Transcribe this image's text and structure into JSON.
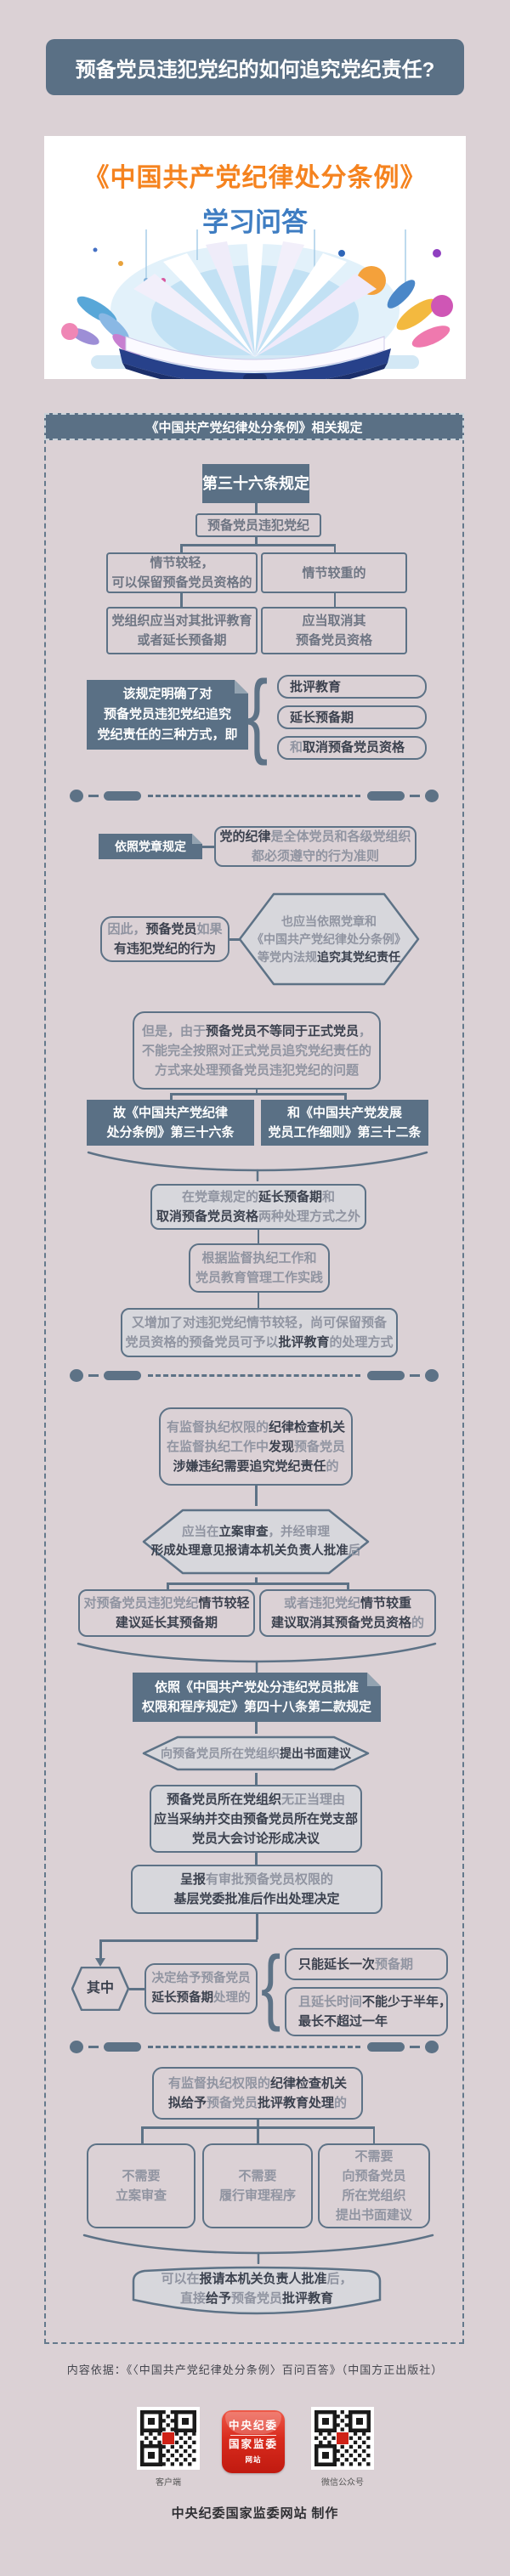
{
  "colors": {
    "accent": "#5d7286",
    "dark_box": "#5a7085",
    "orange": "#f5831f",
    "blue": "#3e7dc2",
    "red": "#cf2217",
    "page_bg": "#dbd1d5"
  },
  "title": "预备党员违犯党纪的如何追究党纪责任?",
  "banner": {
    "title": "《中国共产党纪律处分条例》",
    "subtitle": "学习问答"
  },
  "flow": {
    "header": "《中国共产党纪律处分条例》相关规定"
  },
  "s1": {
    "a": "第三十六条规定",
    "b": "预备党员违犯党纪",
    "c1": [
      "情节较轻，",
      "可以保留预备党员资格的"
    ],
    "c2": "情节较重的",
    "d1": [
      "党组织应当对其批评教育",
      "或者延长预备期"
    ],
    "d2": [
      "应当取消其",
      "预备党员资格"
    ],
    "e": [
      "该规定明确了对",
      "预备党员违犯党纪追究",
      "党纪责任的三种方式，即"
    ],
    "pills": [
      "批评教育",
      "延长预备期"
    ],
    "pill3": {
      "a": "和",
      "b": "取消预备党员资格"
    }
  },
  "s2": {
    "f": "依照党章规定",
    "g": {
      "l1a": "党的纪律",
      "l1b": "是全体党员和各级党组织",
      "l2": "都必须遵守的行为准则"
    },
    "h": {
      "l1a": "因此，",
      "l1b": "预备党员",
      "l1c": "如果",
      "l2": "有违犯党纪的行为"
    },
    "i": {
      "l1": "也应当依照党章和",
      "l2": "《中国共产党纪律处分条例》",
      "l3a": "等党内法规",
      "l3b": "追究其党纪责任"
    },
    "j": {
      "l1a": "但是，由于",
      "l1b": "预备党员不等同于正式党员",
      "l1c": "，",
      "l2": "不能完全按照对正式党员追究党纪责任的",
      "l3": "方式来处理预备党员违犯党纪的问题"
    },
    "k1": [
      "故《中国共产党纪律",
      "处分条例》第三十六条"
    ],
    "k2": [
      "和《中国共产党发展",
      "党员工作细则》第三十二条"
    ],
    "l": {
      "l1a": "在党章规定的",
      "l1b": "延长预备期",
      "l1c": "和",
      "l2a": "取消预备党员资格",
      "l2b": "两种处理方式之外"
    },
    "m": [
      "根据监督执纪工作和",
      "党员教育管理工作实践"
    ],
    "n": {
      "l1": "又增加了对违犯党纪情节较轻，尚可保留预备",
      "l2a": "党员资格的预备党员可予以",
      "l2b": "批评教育",
      "l2c": "的处理方式"
    }
  },
  "s3": {
    "o": {
      "l1a": "有监督执纪权限的",
      "l1b": "纪律检查机关",
      "l2a": "在监督执纪工作中",
      "l2b": "发现",
      "l2c": "预备党员",
      "l3a": "涉嫌违纪需要追究党纪责任",
      "l3b": "的"
    },
    "p": {
      "l1a": "应当在",
      "l1b": "立案审查",
      "l1c": "，并经审理",
      "l2a": "形成处理意见报请本机关负责人批准",
      "l2b": "后"
    },
    "q1": {
      "l1a": "对预备党员违犯党纪",
      "l1b": "情节较轻",
      "l2": "建议延长其预备期"
    },
    "q2": {
      "l1a": "或者违犯党纪",
      "l1b": "情节较重",
      "l2a": "建议取消其预备党员资格",
      "l2b": "的"
    },
    "r": [
      "依照《中国共产党处分违纪党员批准",
      "权限和程序规定》第四十八条第二款规定"
    ],
    "s": {
      "a": "向预备党员所在党组织",
      "b": "提出书面建议"
    },
    "t": {
      "l1a": "预备党员所在党组织",
      "l1b": "无正当理由",
      "l2": "应当采纳并交由预备党员所在党支部",
      "l3": "党员大会讨论形成决议"
    },
    "u": {
      "l1a": "呈报",
      "l1b": "有审批预备党员权限的",
      "l2": "基层党委批准后作出处理决定"
    },
    "v": "其中",
    "w": {
      "l1": "决定给予预备党员",
      "l2a": "延长预备期",
      "l2b": "处理的"
    },
    "x1": {
      "a": "只能延长一次",
      "b": "预备期"
    },
    "x2": {
      "l1a": "且延长时间",
      "l1b": "不能少于半年，",
      "l2": "最长不超过一年"
    }
  },
  "s4": {
    "y": {
      "l1a": "有监督执纪权限的",
      "l1b": "纪律检查机关",
      "l2a": "拟给予",
      "l2b": "预备党员",
      "l2c": "批评教育处理",
      "l2d": "的"
    },
    "z1": [
      "不需要",
      "立案审查"
    ],
    "z2": [
      "不需要",
      "履行审理程序"
    ],
    "z3": [
      "不需要",
      "向预备党员",
      "所在党组织",
      "提出书面建议"
    ],
    "aa": {
      "l1a": "可以在",
      "l1b": "报请本机关负责人批准",
      "l1c": "后，",
      "l2a": "直接",
      "l2b": "给予",
      "l2c": "预备党员",
      "l2d": "批评教育"
    }
  },
  "footer": {
    "source": "内容依据：《〈中国共产党纪律处分条例〉百问百答》（中国方正出版社）",
    "qr1_label": "客户端",
    "qr2_label": "微信公众号",
    "app": [
      "中央纪委",
      "国家监委",
      "网站"
    ],
    "credit": "中央纪委国家监委网站 制作"
  }
}
